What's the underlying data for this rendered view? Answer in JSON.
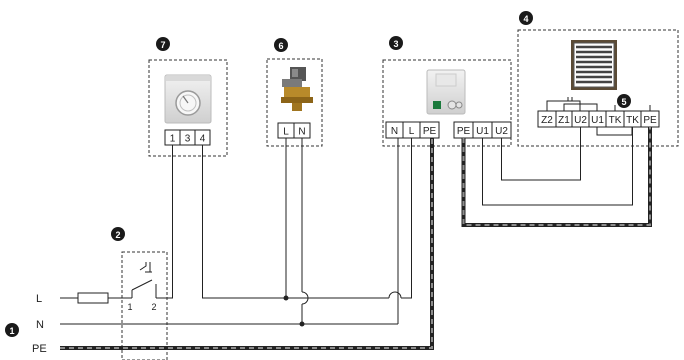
{
  "supply_lines": {
    "line": "L",
    "neutral": "N",
    "earth": "PE"
  },
  "callouts": [
    "1",
    "2",
    "3",
    "4",
    "5",
    "6",
    "7"
  ],
  "room_thermostat": {
    "terminals": [
      "1",
      "3",
      "4"
    ]
  },
  "valve_actuator": {
    "terminals": [
      "L",
      "N"
    ]
  },
  "control_unit": {
    "terminals": [
      "N",
      "L",
      "PE",
      "PE",
      "U1",
      "U2"
    ]
  },
  "heater_unit": {
    "terminals": [
      "Z2",
      "Z1",
      "U2",
      "U1",
      "TK",
      "TK",
      "PE"
    ]
  },
  "switch": {
    "contacts": [
      "1",
      "2"
    ]
  },
  "colors": {
    "wire": "#222222",
    "callout_fill": "#1a1a1a",
    "earth_stripe": "#8c8c8c",
    "border": "#333333"
  }
}
